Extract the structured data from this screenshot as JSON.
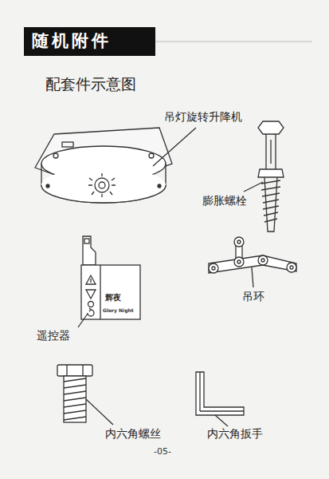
{
  "diagram": {
    "title": "随机附件",
    "labels": [
      "配套件示意图",
      "吊灯旋转升降机",
      "膨胀螺栓",
      "辉夜",
      "Glory Night",
      "遥控器",
      "吊环",
      "内六角螺丝",
      "内六角扳手",
      "-05-"
    ]
  }
}
